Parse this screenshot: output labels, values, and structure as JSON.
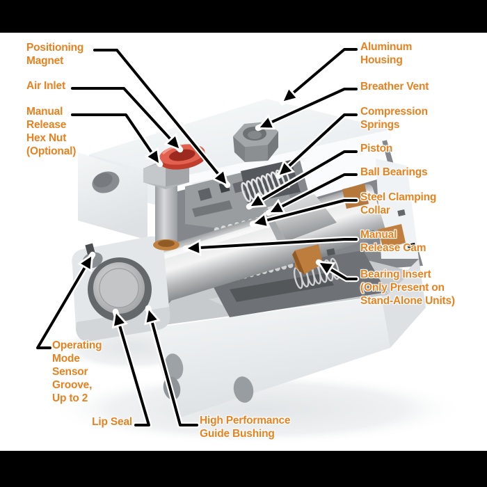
{
  "figure": {
    "kind": "cutaway-part-diagram",
    "background": "#FFFFFF",
    "letterbox_color": "#000000"
  },
  "colors": {
    "label_orange": "#E8811F",
    "arrow_black": "#000000",
    "housing_light_gray": "#EDF0F2",
    "mechanism_dark_gray": "#75787C",
    "rod_silver": "#C9CBCC",
    "bearing_insert_bronze": "#BD7D3C",
    "air_inlet_red": "#E2604F"
  },
  "labels": {
    "positioning_magnet": {
      "lines": [
        "Positioning",
        "Magnet"
      ]
    },
    "air_inlet": {
      "lines": [
        "Air Inlet"
      ]
    },
    "manual_release_hex_nut": {
      "lines": [
        "Manual",
        "Release",
        "Hex Nut",
        "(Optional)"
      ]
    },
    "operating_mode_sensor_groove": {
      "lines": [
        "Operating",
        "Mode",
        "Sensor",
        "Groove,",
        "Up to 2"
      ]
    },
    "lip_seal": {
      "lines": [
        "Lip Seal"
      ]
    },
    "guide_bushing": {
      "lines": [
        "High Performance",
        "Guide Bushing"
      ]
    },
    "aluminum_housing": {
      "lines": [
        "Aluminum",
        "Housing"
      ]
    },
    "breather_vent": {
      "lines": [
        "Breather Vent"
      ]
    },
    "compression_springs": {
      "lines": [
        "Compression",
        "Springs"
      ]
    },
    "piston": {
      "lines": [
        "Piston"
      ]
    },
    "ball_bearings": {
      "lines": [
        "Ball Bearings"
      ]
    },
    "steel_clamping_collar": {
      "lines": [
        "Steel Clamping",
        "Collar"
      ]
    },
    "manual_release_cam": {
      "lines": [
        "Manual",
        "Release Cam"
      ]
    },
    "bearing_insert": {
      "lines": [
        "Bearing Insert",
        "(Only Present on",
        "Stand-Alone Units)"
      ]
    }
  }
}
